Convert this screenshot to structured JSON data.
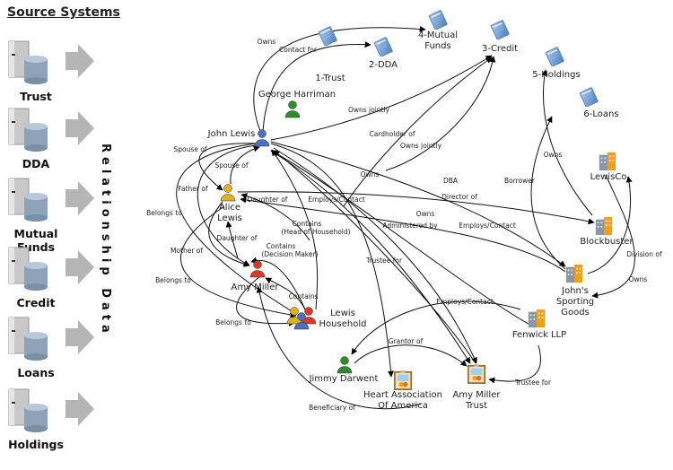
{
  "sidebar": {
    "title": "Source Systems",
    "systems": [
      {
        "label": "Trust",
        "icon": "server-database-icon"
      },
      {
        "label": "DDA",
        "icon": "server-database-icon"
      },
      {
        "label": "Mutual Funds",
        "icon": "server-database-icon"
      },
      {
        "label": "Credit",
        "icon": "server-database-icon"
      },
      {
        "label": "Loans",
        "icon": "server-database-icon"
      },
      {
        "label": "Holdings",
        "icon": "server-database-icon"
      }
    ],
    "vertical_label": "Relationship Data"
  },
  "nodes": {
    "mutual_funds": {
      "lines": [
        "4-Mutual",
        "Funds"
      ],
      "icon": "account-book-icon"
    },
    "dda": {
      "lines": [
        "2-DDA"
      ],
      "icon": "account-book-icon"
    },
    "trust": {
      "lines": [
        "1-Trust"
      ],
      "icon": "account-book-icon"
    },
    "credit": {
      "lines": [
        "3-Credit"
      ],
      "icon": "account-book-icon"
    },
    "holdings": {
      "lines": [
        "5-Holdings"
      ],
      "icon": "account-book-icon"
    },
    "loans": {
      "lines": [
        "6-Loans"
      ],
      "icon": "account-book-icon"
    },
    "george": {
      "lines": [
        "George Harriman"
      ],
      "icon": "person-icon",
      "color": "#2e8b2e"
    },
    "john": {
      "lines": [
        "John Lewis"
      ],
      "icon": "person-icon",
      "color": "#4a72c0"
    },
    "alice": {
      "lines": [
        "Alice",
        "Lewis"
      ],
      "icon": "person-icon",
      "color": "#e0b020"
    },
    "amy": {
      "lines": [
        "Amy Miller"
      ],
      "icon": "person-icon",
      "color": "#d83a2a"
    },
    "household": {
      "lines": [
        "Lewis",
        "Household"
      ],
      "icon": "group-icon"
    },
    "jimmy": {
      "lines": [
        "Jimmy Darwent"
      ],
      "icon": "person-icon",
      "color": "#2e8b2e"
    },
    "heart": {
      "lines": [
        "Heart Association",
        "Of America"
      ],
      "icon": "certificate-icon"
    },
    "amy_trust": {
      "lines": [
        "Amy Miller",
        "Trust"
      ],
      "icon": "certificate-icon"
    },
    "lewisco": {
      "lines": [
        "LewisCo"
      ],
      "icon": "building-icon"
    },
    "blockbuster": {
      "lines": [
        "Blockbuster"
      ],
      "icon": "building-icon"
    },
    "jsg": {
      "lines": [
        "John's",
        "Sporting",
        "Goods"
      ],
      "icon": "building-icon"
    },
    "fenwick": {
      "lines": [
        "Fenwick LLP"
      ],
      "icon": "building-icon"
    }
  },
  "edges": [
    {
      "label": "Owns"
    },
    {
      "label": "Contact for"
    },
    {
      "label": "Owns jointly"
    },
    {
      "label": "Cardholder of"
    },
    {
      "label": "Owns jointly"
    },
    {
      "label": "Spouse of"
    },
    {
      "label": "Spouse of"
    },
    {
      "label": "Father of"
    },
    {
      "label": "Daughter of"
    },
    {
      "label": "Owns"
    },
    {
      "label": "Employs/Contact"
    },
    {
      "label": "Contains",
      "label2": "(Head of Household)"
    },
    {
      "label": "DBA"
    },
    {
      "label": "Director of"
    },
    {
      "label": "Employs/Contact"
    },
    {
      "label": "Borrower"
    },
    {
      "label": "Owns"
    },
    {
      "label": "Division of"
    },
    {
      "label": "Owns"
    },
    {
      "label": "Belongs to"
    },
    {
      "label": "Mother of"
    },
    {
      "label": "Daughter of"
    },
    {
      "label": "Contains",
      "label2": "(Decision Maker)"
    },
    {
      "label": "Owns"
    },
    {
      "label": "Administered by"
    },
    {
      "label": "Trustee for"
    },
    {
      "label": "Belongs to"
    },
    {
      "label": "Contains"
    },
    {
      "label": "Belongs to"
    },
    {
      "label": "Employs/Contact"
    },
    {
      "label": "Grantor of"
    },
    {
      "label": "Trustee for"
    },
    {
      "label": "Beneficiary of"
    }
  ]
}
